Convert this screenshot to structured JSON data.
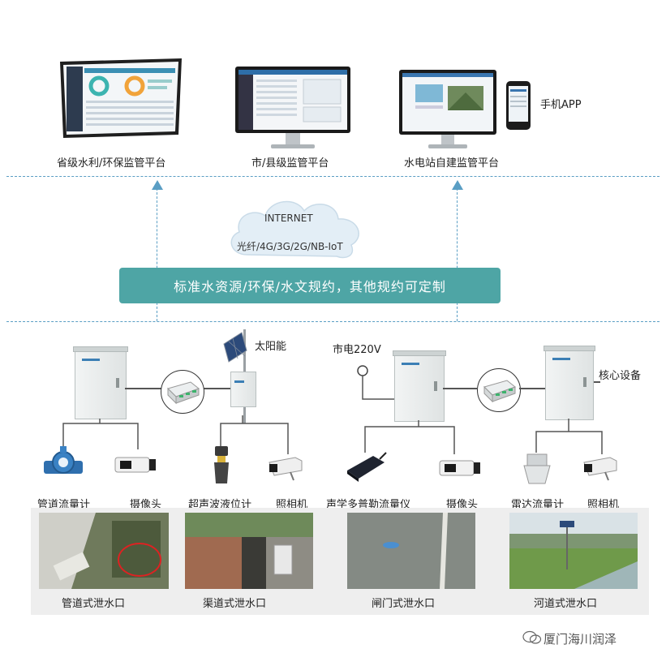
{
  "platforms": {
    "provincial": "省级水利/环保监管平台",
    "city": "市/县级监管平台",
    "hydro": "水电站自建监管平台",
    "mobile": "手机APP"
  },
  "network": {
    "internet": "INTERNET",
    "links": "光纤/4G/3G/2G/NB-IoT",
    "protocol_banner": "标准水资源/环保/水文规约，其他规约可定制"
  },
  "power": {
    "solar": "太阳能",
    "mains": "市电220V"
  },
  "core_device": "核心设备",
  "devices": {
    "pipe_flowmeter": "管道流量计",
    "camera1": "摄像头",
    "ultrasonic": "超声波液位计",
    "photo_camera1": "照相机",
    "acoustic_doppler": "声学多普勒流量仪",
    "camera2": "摄像头",
    "radar_flowmeter": "雷达流量计",
    "photo_camera2": "照相机"
  },
  "outlets": {
    "pipe": "管道式泄水口",
    "channel": "渠道式泄水口",
    "gate": "闸门式泄水口",
    "river": "河道式泄水口"
  },
  "watermark": "厦门海川润泽",
  "colors": {
    "banner": "#4ea5a5",
    "dash": "#5a9ec4",
    "cabinet_accent": "#3c7fb5"
  }
}
